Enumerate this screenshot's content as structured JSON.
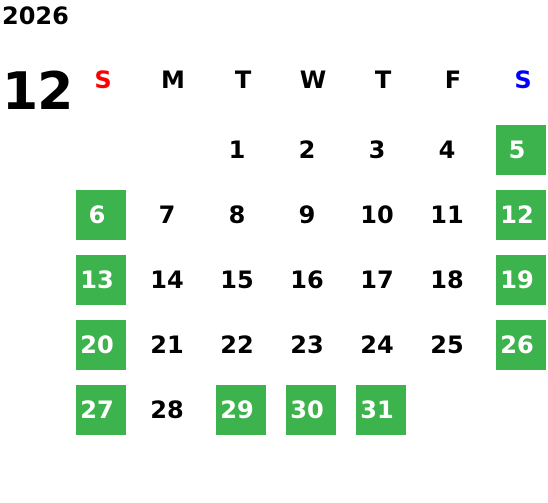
{
  "calendar": {
    "year": "2026",
    "month": "12",
    "weekdays": [
      {
        "label": "S",
        "color": "#ff0000"
      },
      {
        "label": "M",
        "color": "#000000"
      },
      {
        "label": "T",
        "color": "#000000"
      },
      {
        "label": "W",
        "color": "#000000"
      },
      {
        "label": "T",
        "color": "#000000"
      },
      {
        "label": "F",
        "color": "#000000"
      },
      {
        "label": "S",
        "color": "#0000ff"
      }
    ],
    "holiday_bg": "#3cb34c",
    "holiday_fg": "#ffffff",
    "weeks": [
      [
        {
          "day": "",
          "holiday": false
        },
        {
          "day": "",
          "holiday": false
        },
        {
          "day": "1",
          "holiday": false
        },
        {
          "day": "2",
          "holiday": false
        },
        {
          "day": "3",
          "holiday": false
        },
        {
          "day": "4",
          "holiday": false
        },
        {
          "day": "5",
          "holiday": true
        }
      ],
      [
        {
          "day": "6",
          "holiday": true
        },
        {
          "day": "7",
          "holiday": false
        },
        {
          "day": "8",
          "holiday": false
        },
        {
          "day": "9",
          "holiday": false
        },
        {
          "day": "10",
          "holiday": false
        },
        {
          "day": "11",
          "holiday": false
        },
        {
          "day": "12",
          "holiday": true
        }
      ],
      [
        {
          "day": "13",
          "holiday": true
        },
        {
          "day": "14",
          "holiday": false
        },
        {
          "day": "15",
          "holiday": false
        },
        {
          "day": "16",
          "holiday": false
        },
        {
          "day": "17",
          "holiday": false
        },
        {
          "day": "18",
          "holiday": false
        },
        {
          "day": "19",
          "holiday": true
        }
      ],
      [
        {
          "day": "20",
          "holiday": true
        },
        {
          "day": "21",
          "holiday": false
        },
        {
          "day": "22",
          "holiday": false
        },
        {
          "day": "23",
          "holiday": false
        },
        {
          "day": "24",
          "holiday": false
        },
        {
          "day": "25",
          "holiday": false
        },
        {
          "day": "26",
          "holiday": true
        }
      ],
      [
        {
          "day": "27",
          "holiday": true
        },
        {
          "day": "28",
          "holiday": false
        },
        {
          "day": "29",
          "holiday": true
        },
        {
          "day": "30",
          "holiday": true
        },
        {
          "day": "31",
          "holiday": true
        },
        {
          "day": "",
          "holiday": false
        },
        {
          "day": "",
          "holiday": false
        }
      ]
    ]
  }
}
